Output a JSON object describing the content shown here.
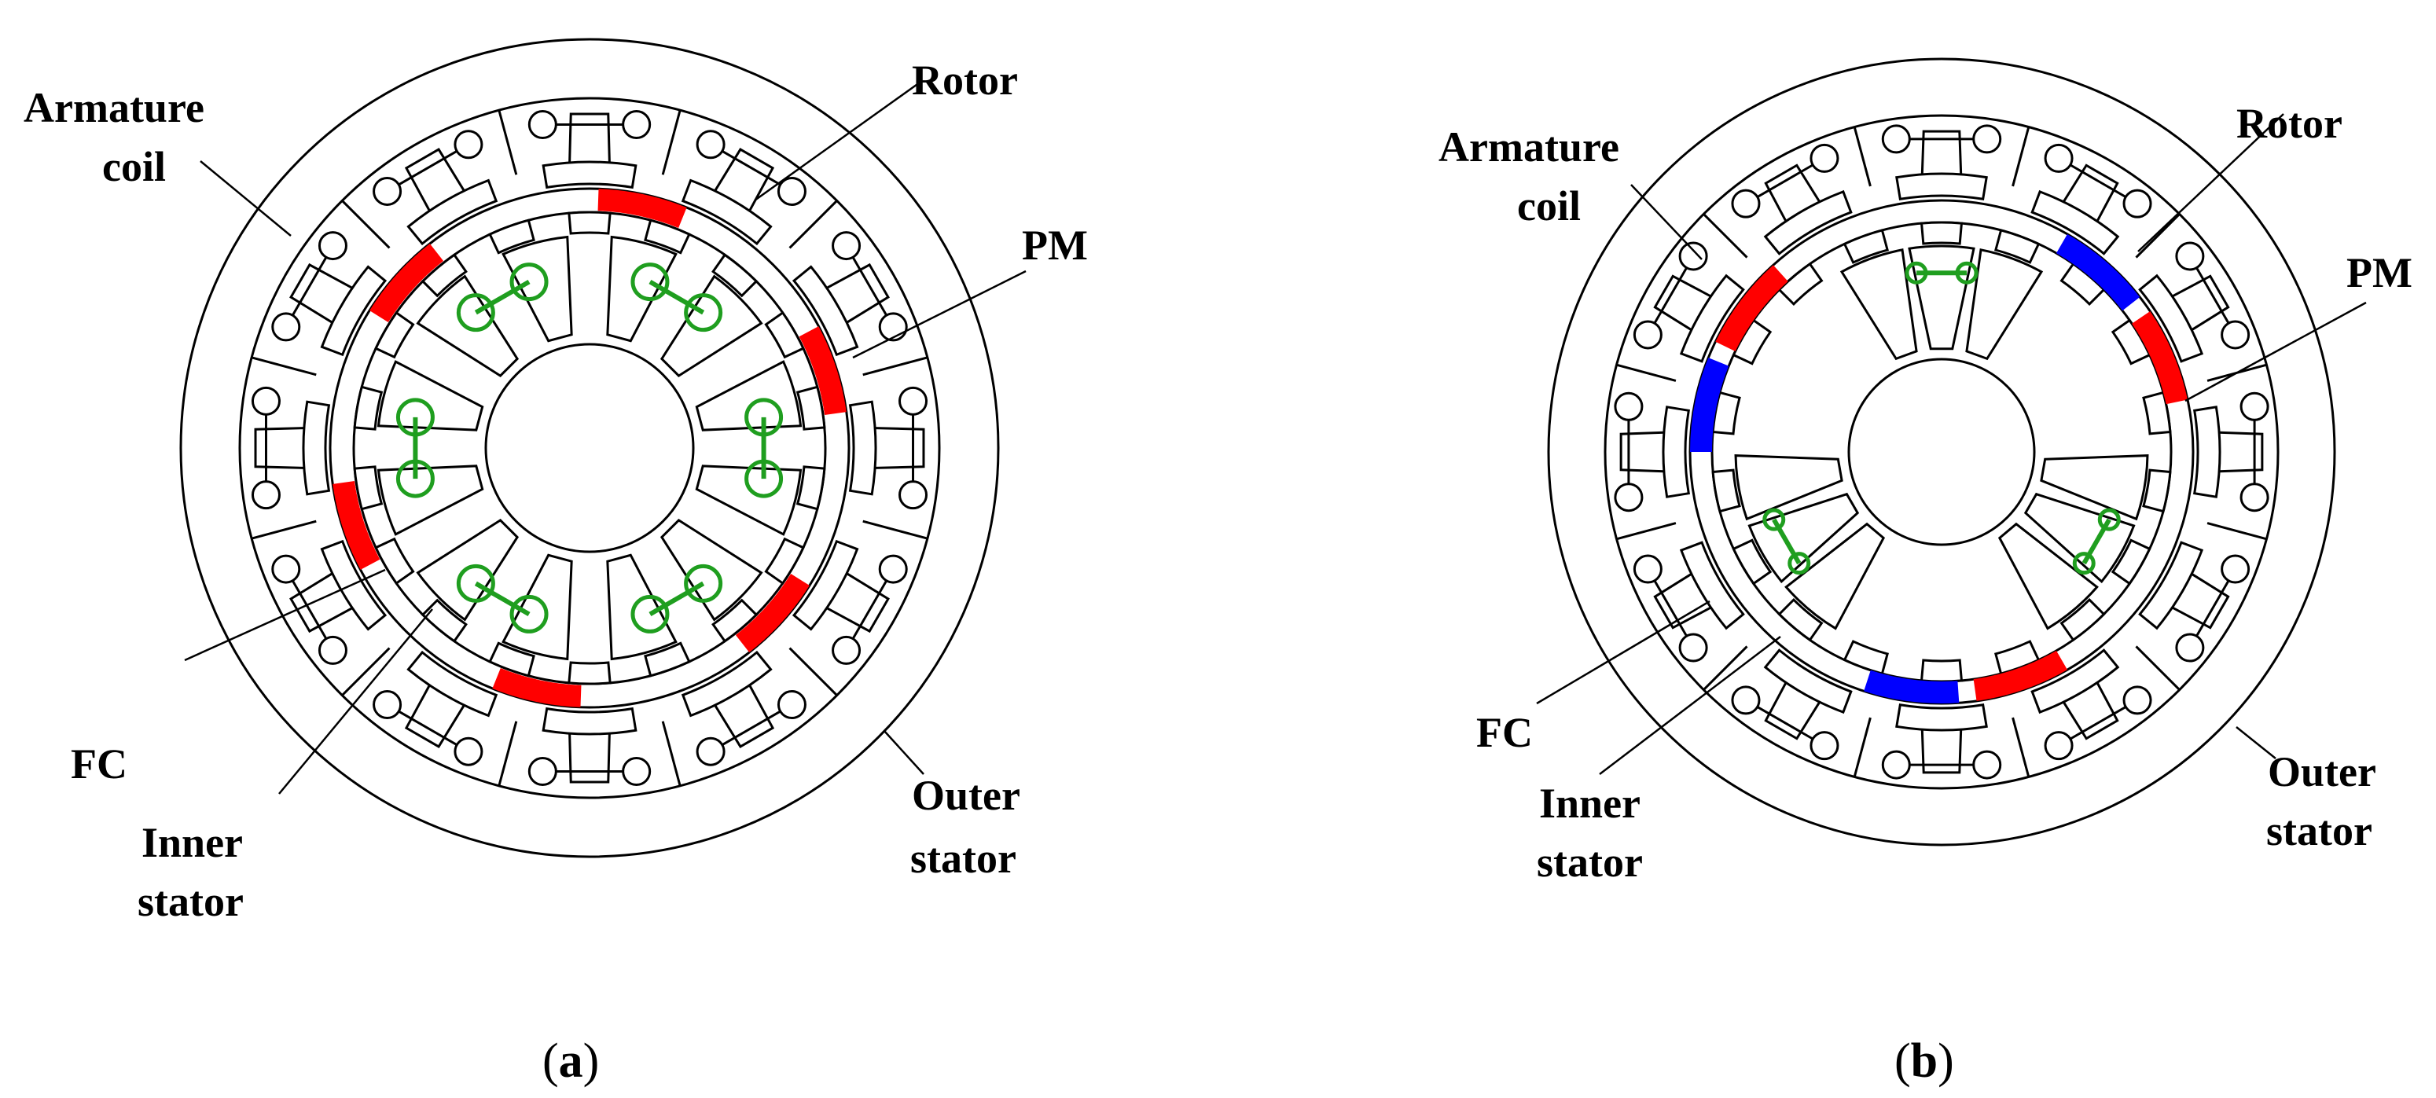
{
  "figures": [
    {
      "id": "a",
      "caption_open": "(",
      "caption_letter": "a",
      "caption_close": ")",
      "labels": {
        "armature_line1": "Armature",
        "armature_line2": "coil",
        "rotor": "Rotor",
        "pm": "PM",
        "fc": "FC",
        "inner_line1": "Inner",
        "inner_line2": "stator",
        "outer_line1": "Outer",
        "outer_line2": "stator"
      },
      "pm_colors": [
        "#ff0000"
      ]
    },
    {
      "id": "b",
      "caption_open": "(",
      "caption_letter": "b",
      "caption_close": ")",
      "labels": {
        "armature_line1": "Armature",
        "armature_line2": "coil",
        "rotor": "Rotor",
        "pm": "PM",
        "fc": "FC",
        "inner_line1": "Inner",
        "inner_line2": "stator",
        "outer_line1": "Outer",
        "outer_line2": "stator"
      },
      "pm_colors": [
        "#ff0000",
        "#0000ff"
      ]
    }
  ]
}
